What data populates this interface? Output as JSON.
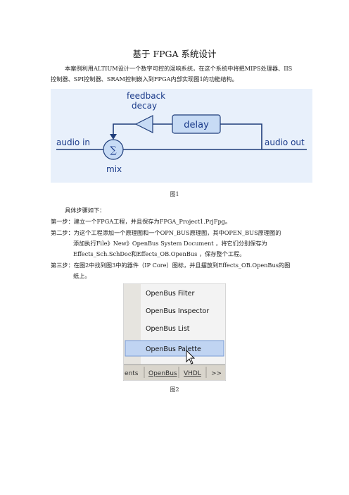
{
  "document": {
    "title": "基于 FPGA 系统设计",
    "intro_line1": "本案例利用ALTIUM设计一个数字可控的混响系统，在这个系统中将把MIPS处理器、IIS",
    "intro_line2": "控制器、SPI控制器、SRAM控制嵌入到FPGA内部实现图1的功能结构。",
    "fig1_caption": "图1",
    "steps_heading": "具体步骤如下：",
    "step1": "第一步：建立一个FPGA工程，并且保存为FPGA_Project1.PrjFpg。",
    "step2_line1": "第二步：为这个工程添加一个原理图和一个OPN_BUS原理图，其中OPEN_BUS原理图的",
    "step2_line2": "添加执行File》New》OpenBus System Document ，将它们分别保存为",
    "step2_line3": "Effects_Sch.SchDoc和Effects_OB.OpenBus ，保存整个工程。",
    "step3_line1": "第三步：在图2中找到图3中的器件（IP Core）图标，并且摆放到Effects_OB.OpenBus的图",
    "step3_line2": "纸上。",
    "fig2_caption": "图2"
  },
  "figure1": {
    "feedback_label": "feedback",
    "decay_label": "decay",
    "delay_label": "delay",
    "audio_in_label": "audio in",
    "audio_out_label": "audio out",
    "sum_symbol": "∑",
    "mix_label": "mix",
    "colors": {
      "background": "#e8f0fb",
      "line": "#1f3d7a",
      "text": "#1a3a8a",
      "shape_fill": "#c7dbf5"
    }
  },
  "figure2": {
    "menu_items": [
      "OpenBus Filter",
      "OpenBus Inspector",
      "OpenBus List",
      "OpenBus Palette"
    ],
    "selected_item": "OpenBus Palette",
    "tabs": [
      "ents",
      "OpenBus",
      "VHDL",
      ">>"
    ],
    "icons": [
      "mouse-pointer-icon"
    ],
    "colors": {
      "menu_bg": "#f3f3f3",
      "selection_bg": "#c0d4f2",
      "selection_border": "#7a9cd6",
      "tabbar_bg": "#d9d5cc"
    }
  }
}
